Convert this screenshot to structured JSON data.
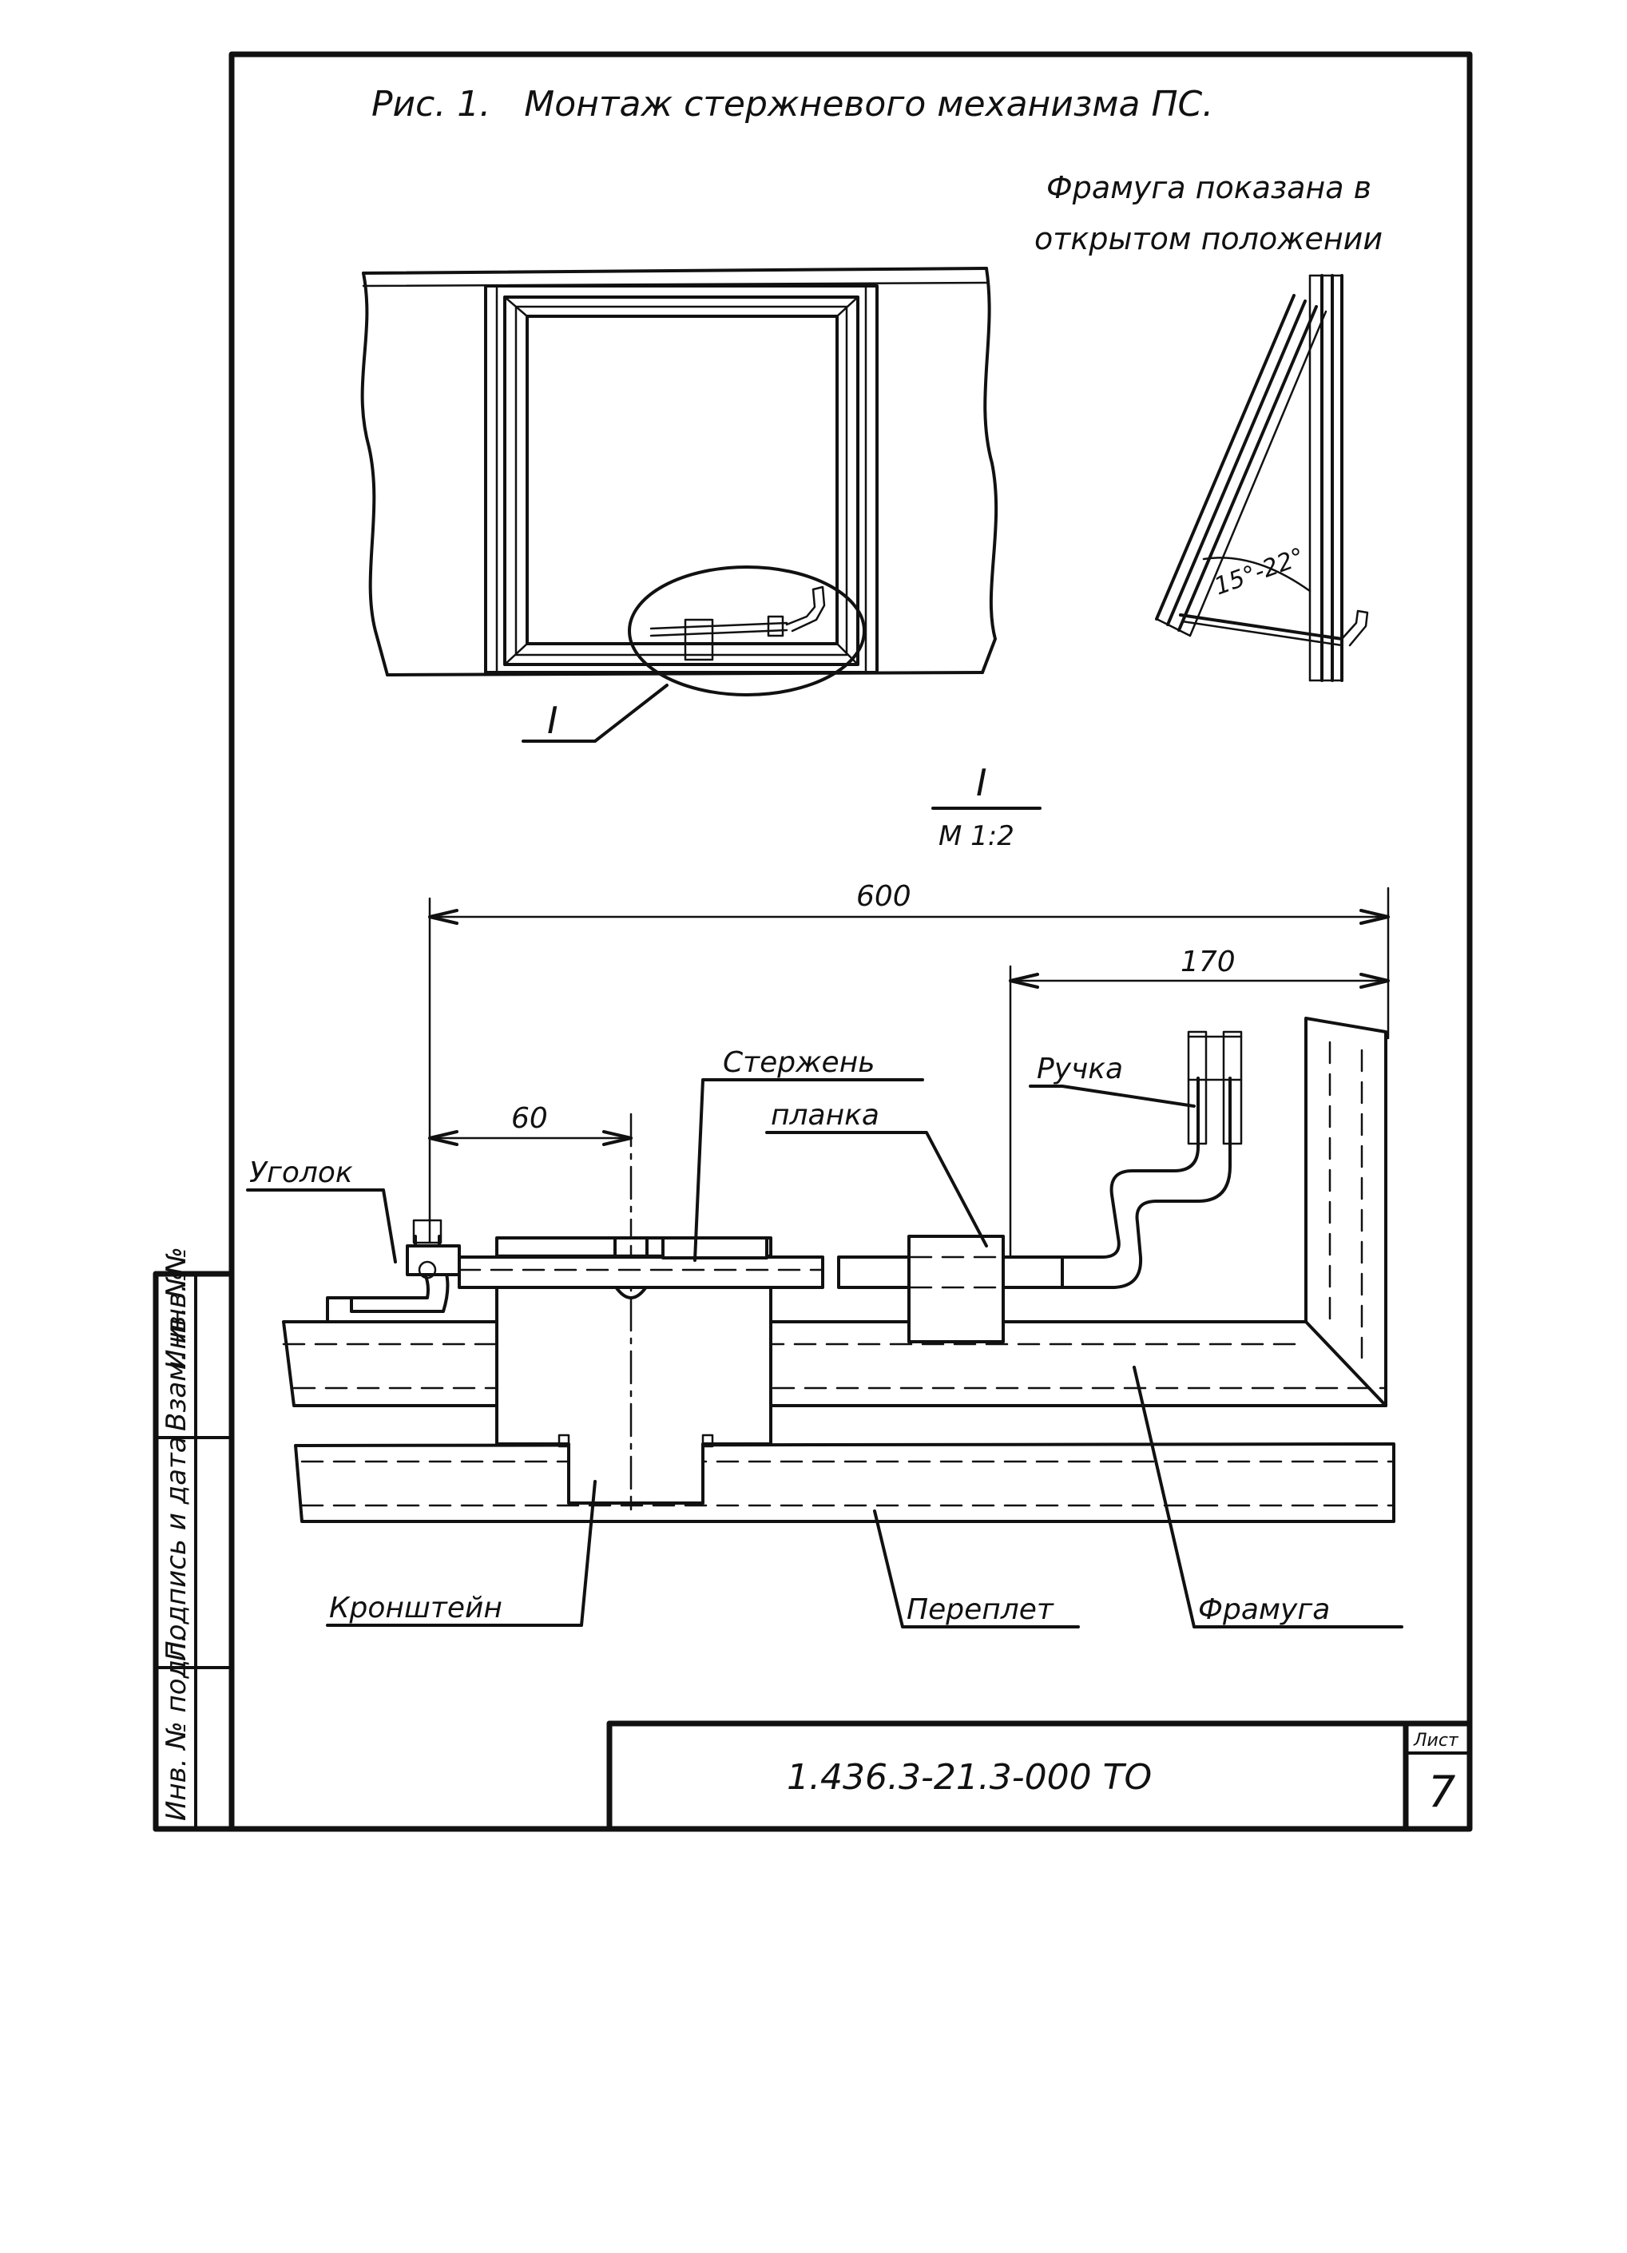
{
  "title": "Рис. 1.   Монтаж стержневого механизма ПС.",
  "note_line1": "Фрамуга показана в",
  "note_line2": "открытом положении",
  "angle_label": "15°-22°",
  "callout_marker": "I",
  "detail_marker": "I",
  "detail_scale": "М 1:2",
  "dimensions": {
    "total": "600",
    "handle_offset": "170",
    "bracket_offset": "60"
  },
  "labels": {
    "rod": "Стержень",
    "plate": "планка",
    "handle": "Ручка",
    "angle": "Уголок",
    "bracket": "Кронштейн",
    "binding": "Переплет",
    "transom": "Фрамуга"
  },
  "side_stamp": {
    "inv_no_orig": "Инв. № подл.",
    "signature_date": "Подпись и дата",
    "replaced_inv": "Взам. инв. №",
    "inv_dupl": "Инв. №"
  },
  "title_block": {
    "designation": "1.436.3-21.3-000 ТО",
    "sheet_label": "Лист",
    "sheet_number": "7"
  }
}
